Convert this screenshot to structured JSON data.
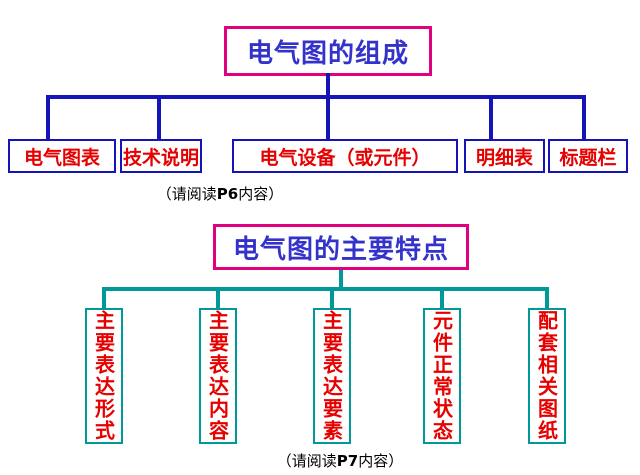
{
  "colors": {
    "title_border": "#e2007e",
    "title_text": "#3333cc",
    "line_blue": "#1414b8",
    "teal": "#009999",
    "node_text": "#e60000"
  },
  "diagram1": {
    "title": "电气图的组成",
    "children": [
      "电气图表",
      "技术说明",
      "电气设备（或元件）",
      "明细表",
      "标题栏"
    ],
    "caption": {
      "prefix": "（请阅读",
      "page": "P6",
      "suffix": "内容）"
    }
  },
  "diagram2": {
    "title": "电气图的主要特点",
    "children": [
      "主要表达形式",
      "主要表达内容",
      "主要表达要素",
      "元件正常状态",
      "配套相关图纸"
    ],
    "caption": {
      "prefix": "（请阅读",
      "page": "P7",
      "suffix": "内容）"
    }
  }
}
